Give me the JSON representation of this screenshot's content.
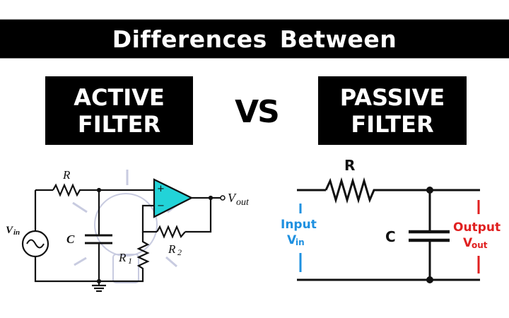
{
  "title": "Differences Between",
  "left_box": {
    "line1": "ACTIVE",
    "line2": "FILTER"
  },
  "vs_label": "VS",
  "right_box": {
    "line1": "PASSIVE",
    "line2": "FILTER"
  },
  "active_circuit": {
    "labels": {
      "R": "R",
      "C": "C",
      "R1": "R",
      "R1_sub": "1",
      "R2": "R",
      "R2_sub": "2",
      "vin": "V",
      "vin_sub": "in",
      "vout": "V",
      "vout_sub": "out",
      "plus": "+",
      "minus": "−"
    },
    "opamp_color": "#22d3d8"
  },
  "passive_circuit": {
    "labels": {
      "R": "R",
      "C": "C",
      "input": "Input",
      "vin": "V",
      "vin_sub": "in",
      "output": "Output",
      "vout": "V",
      "vout_sub": "out"
    },
    "input_color": "#1e90e0",
    "output_color": "#e02020"
  }
}
